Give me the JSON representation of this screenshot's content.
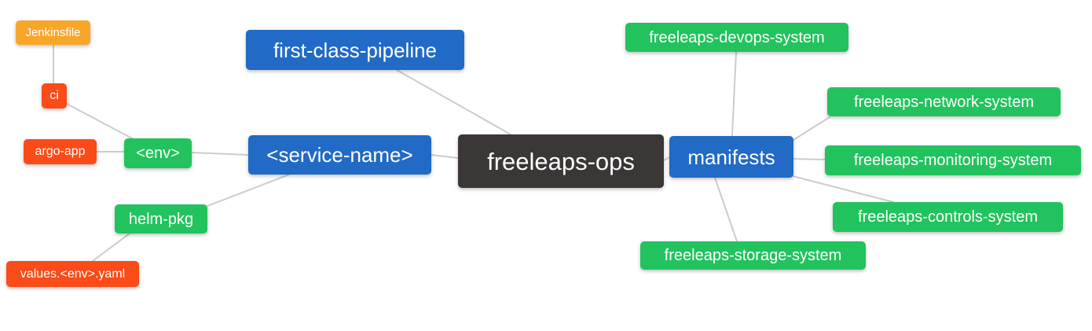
{
  "palette": {
    "root": "#3b3737",
    "level2": "#216ac6",
    "level3": "#22c35e",
    "level4": "#fa4b18",
    "level5": "#f8a62a",
    "edge": "#cccccc",
    "background": "#ffffff",
    "text": "#ffffff"
  },
  "nodes": {
    "root": {
      "label": "freeleaps-ops",
      "level": "root"
    },
    "first_class_pipeline": {
      "label": "first-class-pipeline",
      "level": "level2"
    },
    "service_name": {
      "label": "<service-name>",
      "level": "level2"
    },
    "manifests": {
      "label": "manifests",
      "level": "level2"
    },
    "env": {
      "label": "<env>",
      "level": "level3"
    },
    "helm_pkg": {
      "label": "helm-pkg",
      "level": "level3"
    },
    "devops_system": {
      "label": "freeleaps-devops-system",
      "level": "level3"
    },
    "network_system": {
      "label": "freeleaps-network-system",
      "level": "level3"
    },
    "monitoring_system": {
      "label": "freeleaps-monitoring-system",
      "level": "level3"
    },
    "controls_system": {
      "label": "freeleaps-controls-system",
      "level": "level3"
    },
    "storage_system": {
      "label": "freeleaps-storage-system",
      "level": "level3"
    },
    "ci": {
      "label": "ci",
      "level": "level4"
    },
    "argo_app": {
      "label": "argo-app",
      "level": "level4"
    },
    "values_env_yaml": {
      "label": "values.<env>.yaml",
      "level": "level4"
    },
    "jenkinsfile": {
      "label": "Jenkinsfile",
      "level": "level5"
    }
  },
  "hierarchy": {
    "freeleaps-ops": [
      "first-class-pipeline",
      "<service-name>",
      "manifests"
    ],
    "<service-name>": [
      "<env>",
      "helm-pkg"
    ],
    "<env>": [
      "ci",
      "argo-app"
    ],
    "ci": [
      "Jenkinsfile"
    ],
    "helm-pkg": [
      "values.<env>.yaml"
    ],
    "manifests": [
      "freeleaps-devops-system",
      "freeleaps-network-system",
      "freeleaps-monitoring-system",
      "freeleaps-controls-system",
      "freeleaps-storage-system"
    ]
  }
}
